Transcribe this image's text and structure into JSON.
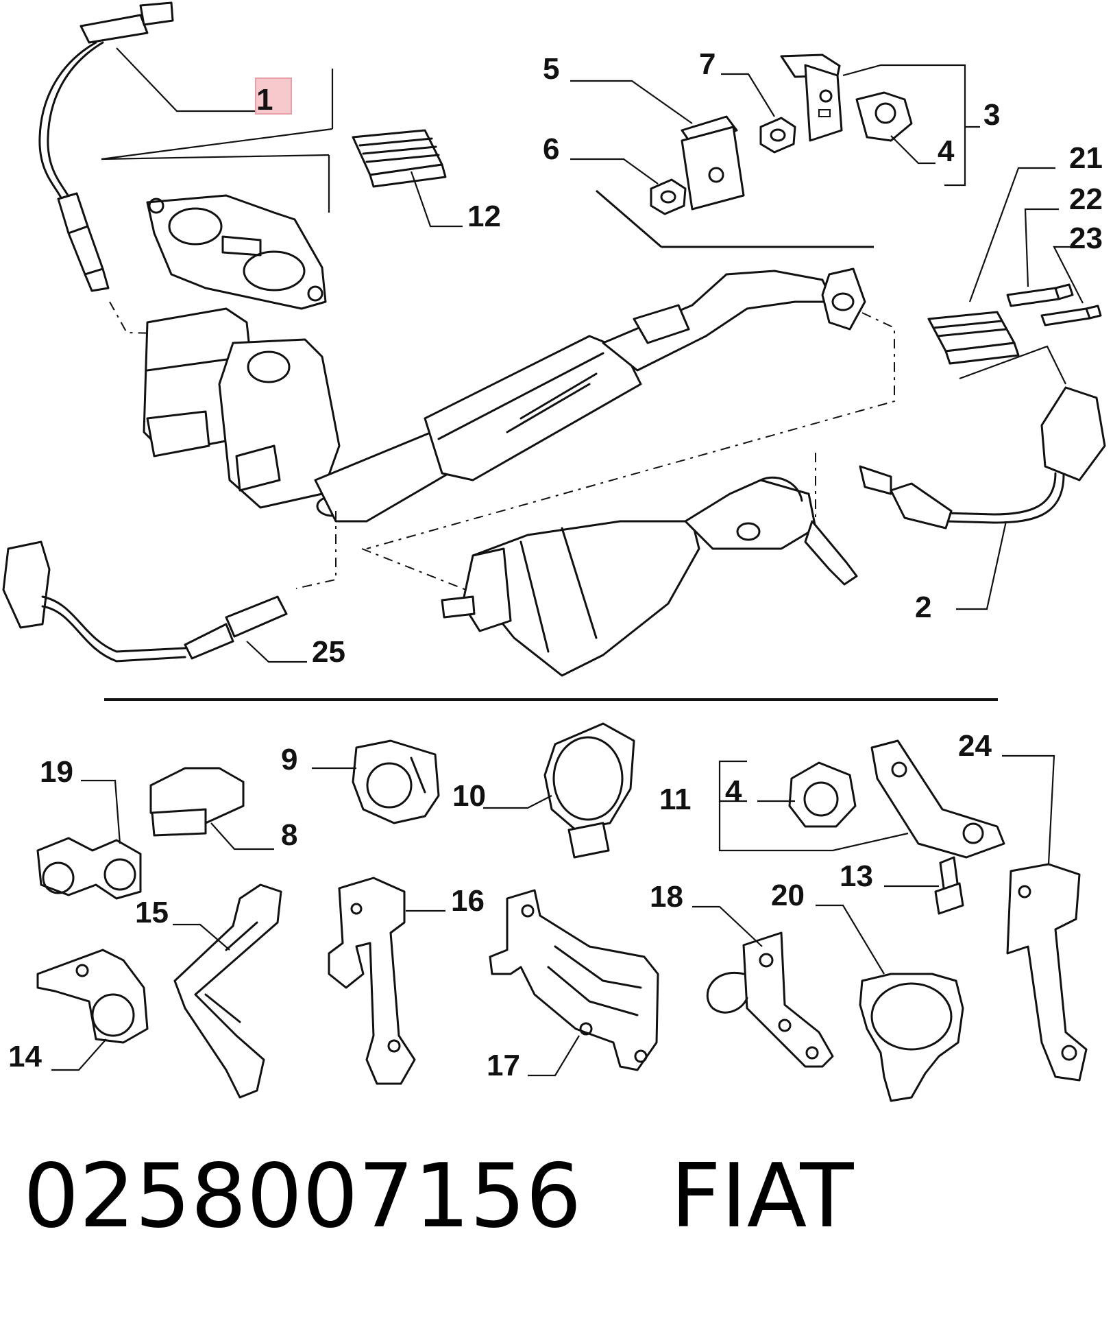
{
  "callouts": [
    "1",
    "2",
    "3",
    "4",
    "5",
    "6",
    "7",
    "8",
    "9",
    "10",
    "11",
    "4",
    "12",
    "13",
    "14",
    "15",
    "16",
    "17",
    "18",
    "19",
    "20",
    "21",
    "22",
    "23",
    "24",
    "25"
  ],
  "highlight_color": "#e8a0a8",
  "caption": {
    "part_number": "0258007156",
    "brand": "FIAT"
  }
}
